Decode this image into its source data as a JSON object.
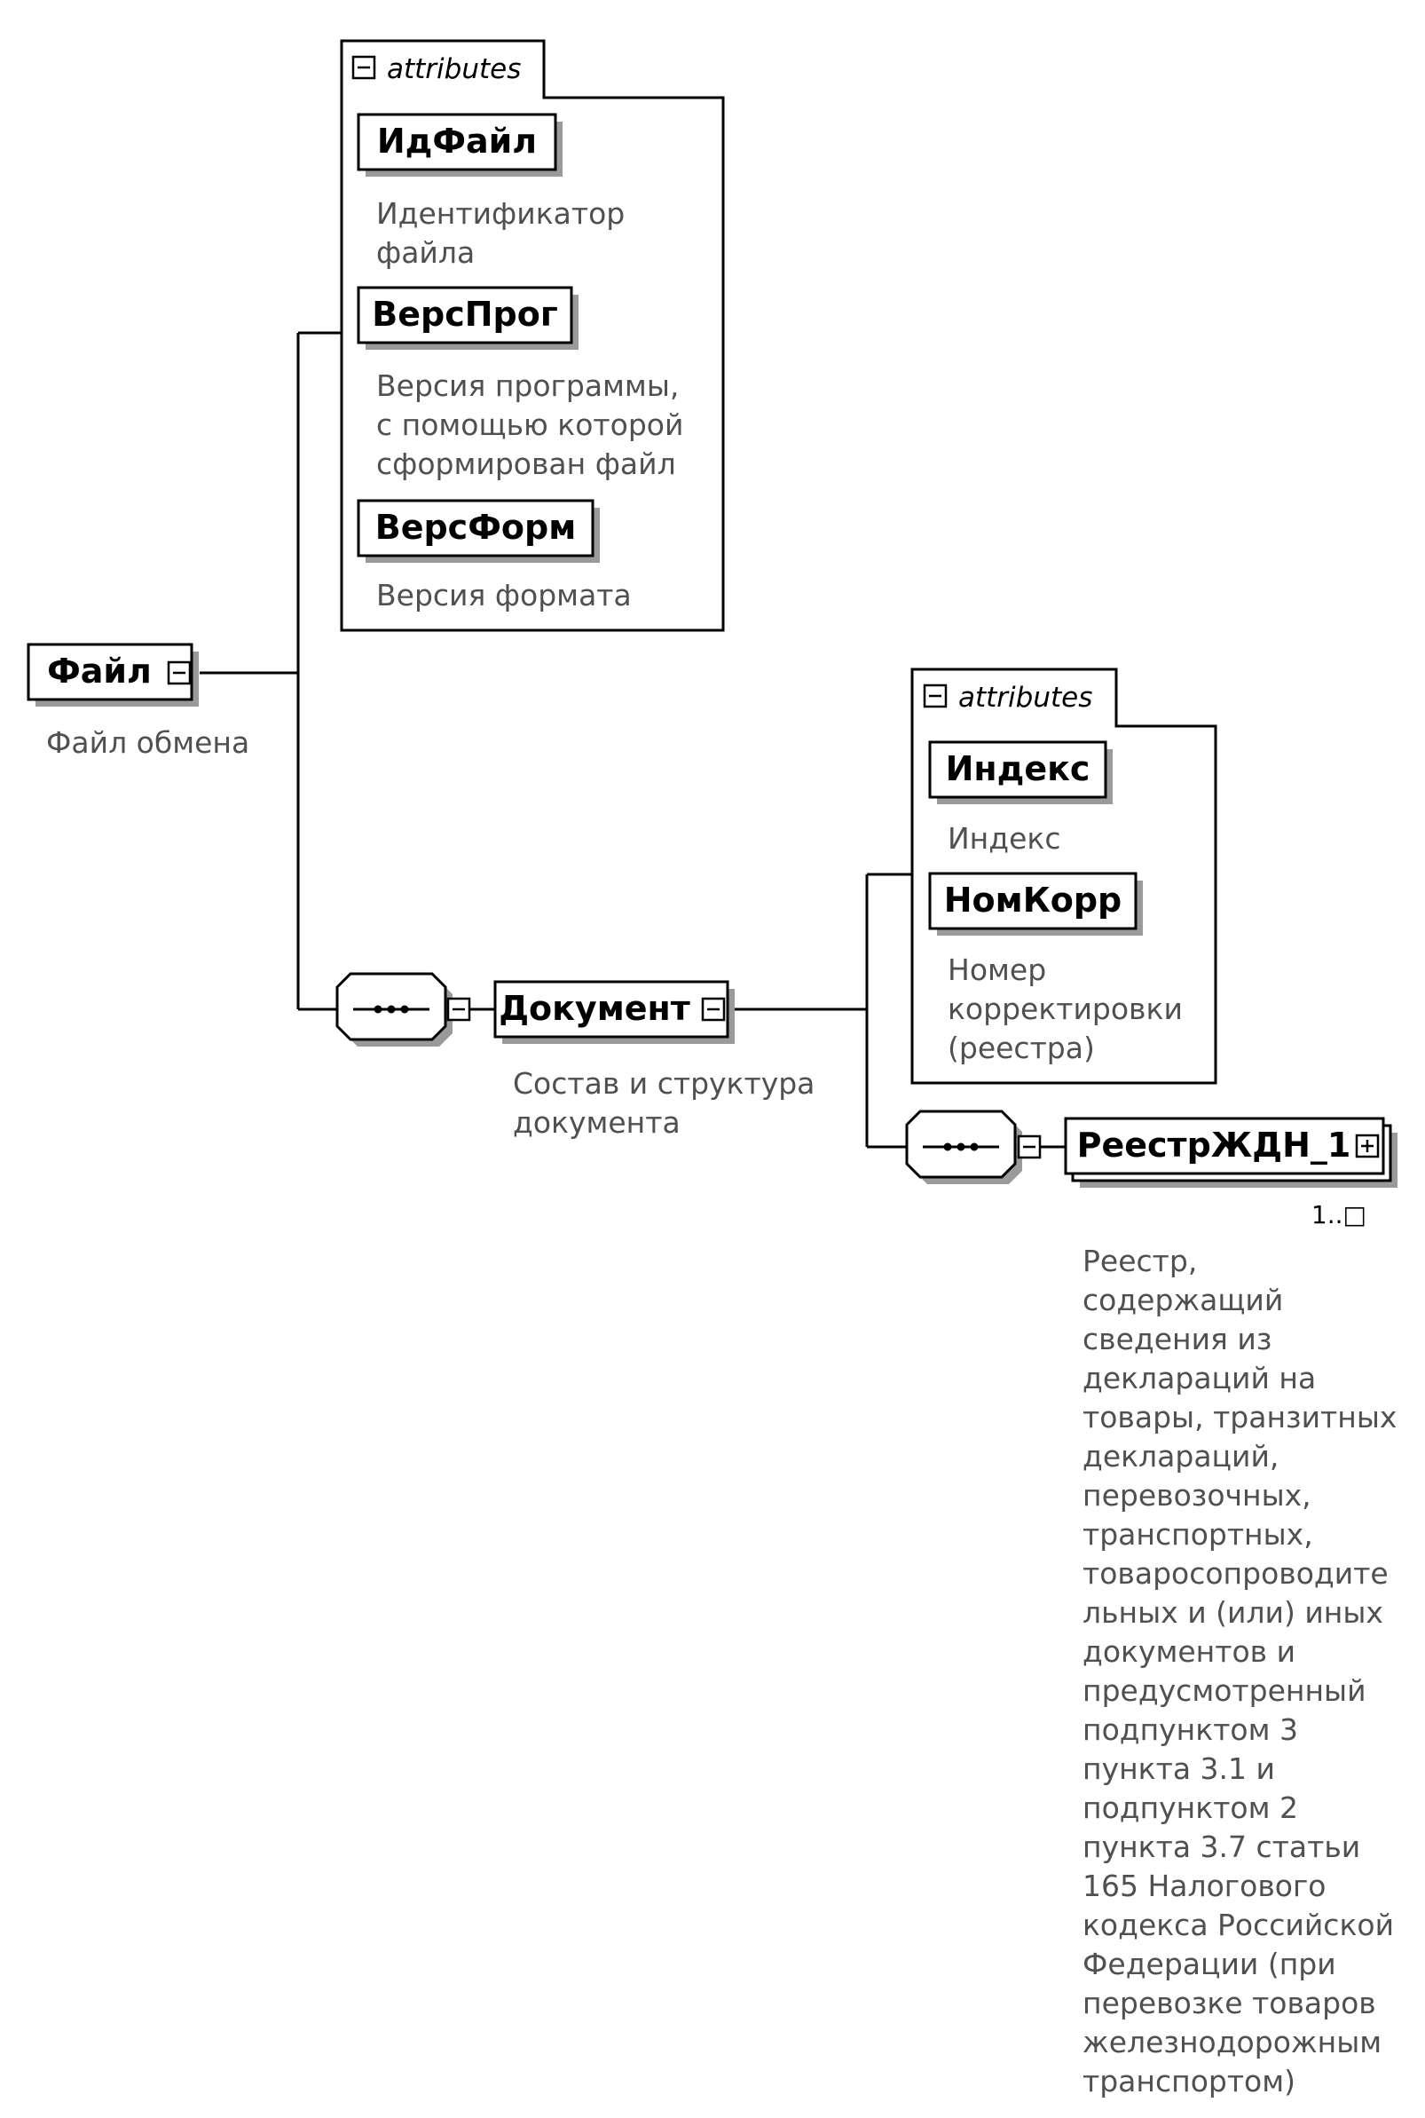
{
  "schema": {
    "root": {
      "label": "Файл",
      "documentation": [
        "Файл обмена"
      ]
    },
    "root_attributes": {
      "tab_label": "attributes",
      "items": [
        {
          "label": "ИдФайл",
          "documentation": [
            "Идентификатор",
            "файла"
          ]
        },
        {
          "label": "ВерсПрог",
          "documentation": [
            "Версия программы,",
            "с помощью которой",
            "сформирован файл"
          ]
        },
        {
          "label": "ВерсФорм",
          "documentation": [
            "Версия формата"
          ]
        }
      ]
    },
    "document": {
      "label": "Документ",
      "documentation": [
        "Состав и структура",
        "документа"
      ]
    },
    "document_attributes": {
      "tab_label": "attributes",
      "items": [
        {
          "label": "Индекс",
          "documentation": [
            "Индекс"
          ]
        },
        {
          "label": "НомКорр",
          "documentation": [
            "Номер",
            "корректировки",
            "(реестра)"
          ]
        }
      ]
    },
    "registry": {
      "label": "РеестрЖДН_1",
      "multiplicity": "1..□",
      "documentation": [
        "Реестр,",
        "содержащий",
        "сведения из",
        "деклараций на",
        "товары, транзитных",
        "деклараций,",
        "перевозочных,",
        "транспортных,",
        "товаросопроводите",
        "льных и (или) иных",
        "документов и",
        "предусмотренный",
        "подпунктом 3",
        "пункта 3.1 и",
        "подпунктом 2",
        "пункта 3.7 статьи",
        "165 Налогового",
        "кодекса Российской",
        "Федерации (при",
        "перевозке товаров",
        "железнодорожным",
        "транспортом)"
      ]
    }
  }
}
